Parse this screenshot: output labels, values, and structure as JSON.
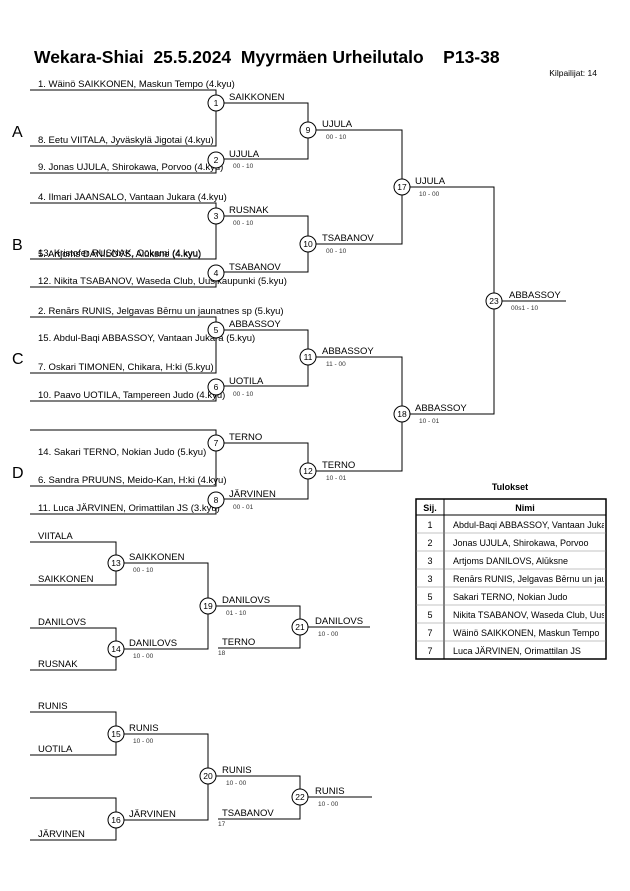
{
  "header": {
    "title": "Wekara-Shiai  25.5.2024  Myyrmäen Urheilutalo    P13-38",
    "participants": "Kilpailijat: 14"
  },
  "pools": [
    "A",
    "B",
    "C",
    "D"
  ],
  "entries": [
    "1. Wäinö SAIKKONEN, Maskun Tempo (4.kyu)",
    "8. Eetu VIITALA, Jyväskylä Jigotai (4.kyu)",
    "9. Jonas UJULA, Shirokawa, Porvoo (4.kyu)",
    "4. Ilmari JAANSALO, Vantaan Jukara (4.kyu)",
    "13. Kristofer RUSNAK, Ookami (4.kyu)",
    "5. Artjoms DANILOVS, Alūksne (4.kyu)",
    "12. Nikita TSABANOV, Waseda Club, Uusikaupunki (5.kyu)",
    "2. Renārs RUNIS, Jelgavas Bērnu un jaunatnes sp (5.kyu)",
    "15. Abdul-Baqi ABBASSOY, Vantaan Jukara (5.kyu)",
    "7. Oskari TIMONEN, Chikara, H:ki (5.kyu)",
    "10. Paavo UOTILA, Tampereen Judo (4.kyu)",
    "14. Sakari TERNO, Nokian Judo (5.kyu)",
    "6. Sandra PRUUNS, Meido-Kan, H:ki (4.kyu)",
    "11. Luca JÄRVINEN, Orimattilan JS (3.kyu)"
  ],
  "matches": [
    {
      "no": "1",
      "winner": "SAIKKONEN",
      "score": ""
    },
    {
      "no": "2",
      "winner": "UJULA",
      "score": "00 - 10"
    },
    {
      "no": "3",
      "winner": "RUSNAK",
      "score": "00 - 10"
    },
    {
      "no": "4",
      "winner": "TSABANOV",
      "score": ""
    },
    {
      "no": "5",
      "winner": "ABBASSOY",
      "score": ""
    },
    {
      "no": "6",
      "winner": "UOTILA",
      "score": "00 - 10"
    },
    {
      "no": "7",
      "winner": "TERNO",
      "score": ""
    },
    {
      "no": "8",
      "winner": "JÄRVINEN",
      "score": "00 - 01"
    },
    {
      "no": "9",
      "winner": "UJULA",
      "score": "00 - 10"
    },
    {
      "no": "10",
      "winner": "TSABANOV",
      "score": "00 - 10"
    },
    {
      "no": "11",
      "winner": "ABBASSOY",
      "score": "11 - 00"
    },
    {
      "no": "12",
      "winner": "TERNO",
      "score": "10 - 01"
    },
    {
      "no": "17",
      "winner": "UJULA",
      "score": "10 - 00"
    },
    {
      "no": "18",
      "winner": "ABBASSOY",
      "score": "10 - 01"
    },
    {
      "no": "23",
      "winner": "ABBASSOY",
      "score": "00s1 - 10"
    }
  ],
  "repechage": {
    "entries": [
      "VIITALA",
      "SAIKKONEN",
      "DANILOVS",
      "RUSNAK",
      "RUNIS",
      "UOTILA",
      "",
      "JÄRVINEN"
    ],
    "side_labels": [
      "TERNO",
      "TSABANOV"
    ],
    "side_refs": [
      "18",
      "17"
    ],
    "matches": [
      {
        "no": "13",
        "winner": "SAIKKONEN",
        "score": "00 - 10"
      },
      {
        "no": "14",
        "winner": "DANILOVS",
        "score": "10 - 00"
      },
      {
        "no": "19",
        "winner": "DANILOVS",
        "score": "01 - 10"
      },
      {
        "no": "21",
        "winner": "DANILOVS",
        "score": "10 - 00"
      },
      {
        "no": "15",
        "winner": "RUNIS",
        "score": "10 - 00"
      },
      {
        "no": "16",
        "winner": "JÄRVINEN",
        "score": ""
      },
      {
        "no": "20",
        "winner": "RUNIS",
        "score": "10 - 00"
      },
      {
        "no": "22",
        "winner": "RUNIS",
        "score": "10 - 00"
      }
    ]
  },
  "results": {
    "title": "Tulokset",
    "headers": [
      "Sij.",
      "Nimi"
    ],
    "rows": [
      {
        "place": "1",
        "name": "Abdul-Baqi ABBASSOY, Vantaan Jukara"
      },
      {
        "place": "2",
        "name": "Jonas UJULA, Shirokawa, Porvoo"
      },
      {
        "place": "3",
        "name": "Artjoms DANILOVS, Alūksne"
      },
      {
        "place": "3",
        "name": "Renārs RUNIS, Jelgavas Bērnu un jaunatnes sp"
      },
      {
        "place": "5",
        "name": "Sakari TERNO, Nokian Judo"
      },
      {
        "place": "5",
        "name": "Nikita TSABANOV, Waseda Club, Uusikaupunki"
      },
      {
        "place": "7",
        "name": "Wäinö SAIKKONEN, Maskun Tempo"
      },
      {
        "place": "7",
        "name": "Luca JÄRVINEN, Orimattilan JS"
      }
    ]
  }
}
